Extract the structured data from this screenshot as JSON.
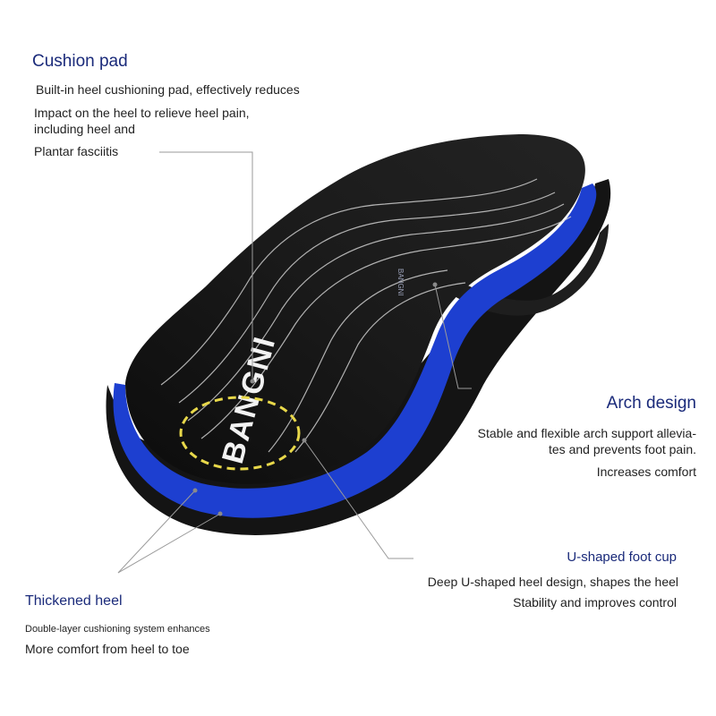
{
  "brand": {
    "logo_text": "BANGNI",
    "side_text": "BANGNI"
  },
  "colors": {
    "heading": "#1a2a7a",
    "blue_edge": "#1d3fd0",
    "insole_top": "#131313",
    "dashed_circle": "#e8d84a"
  },
  "cushion_pad": {
    "title": "Cushion pad",
    "line1": "Built-in heel cushioning pad, effectively reduces",
    "line2": "Impact on the heel to relieve heel pain,",
    "line3": "including heel and",
    "line4": "Plantar fasciitis"
  },
  "arch_design": {
    "title": "Arch design",
    "line1": "Stable and flexible arch support allevia-",
    "line2": "tes and prevents foot pain.",
    "line3": "Increases comfort"
  },
  "foot_cup": {
    "title": "U-shaped foot cup",
    "line1": "Deep U-shaped heel design, shapes the heel",
    "line2": "Stability and improves control"
  },
  "thickened_heel": {
    "title": "Thickened heel",
    "line1": "Double-layer cushioning system enhances",
    "line2": "More comfort from heel to toe"
  }
}
